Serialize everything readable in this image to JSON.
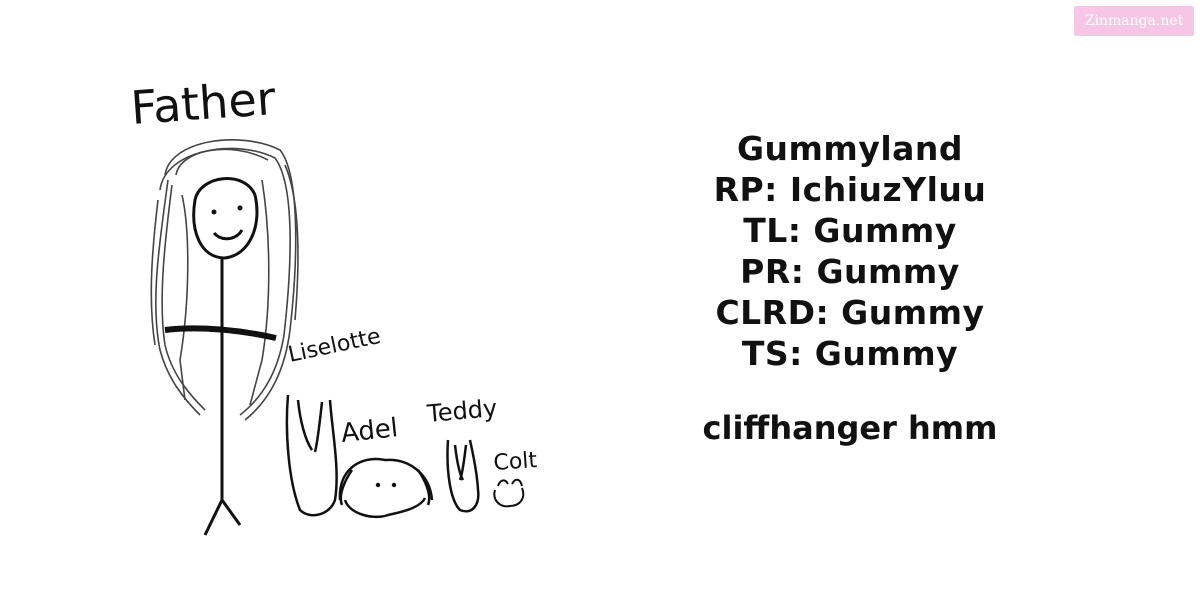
{
  "watermark": "Zinmanga.net",
  "drawing": {
    "labels": {
      "father": "Father",
      "liselotte": "Liselotte",
      "adel": "Adel",
      "teddy": "Teddy",
      "colt": "Colt"
    }
  },
  "credits": {
    "group": "Gummyland",
    "rp": "RP: IchiuzYluu",
    "tl": "TL: Gummy",
    "pr": "PR: Gummy",
    "clrd": "CLRD: Gummy",
    "ts": "TS: Gummy",
    "note": "cliffhanger hmm"
  }
}
